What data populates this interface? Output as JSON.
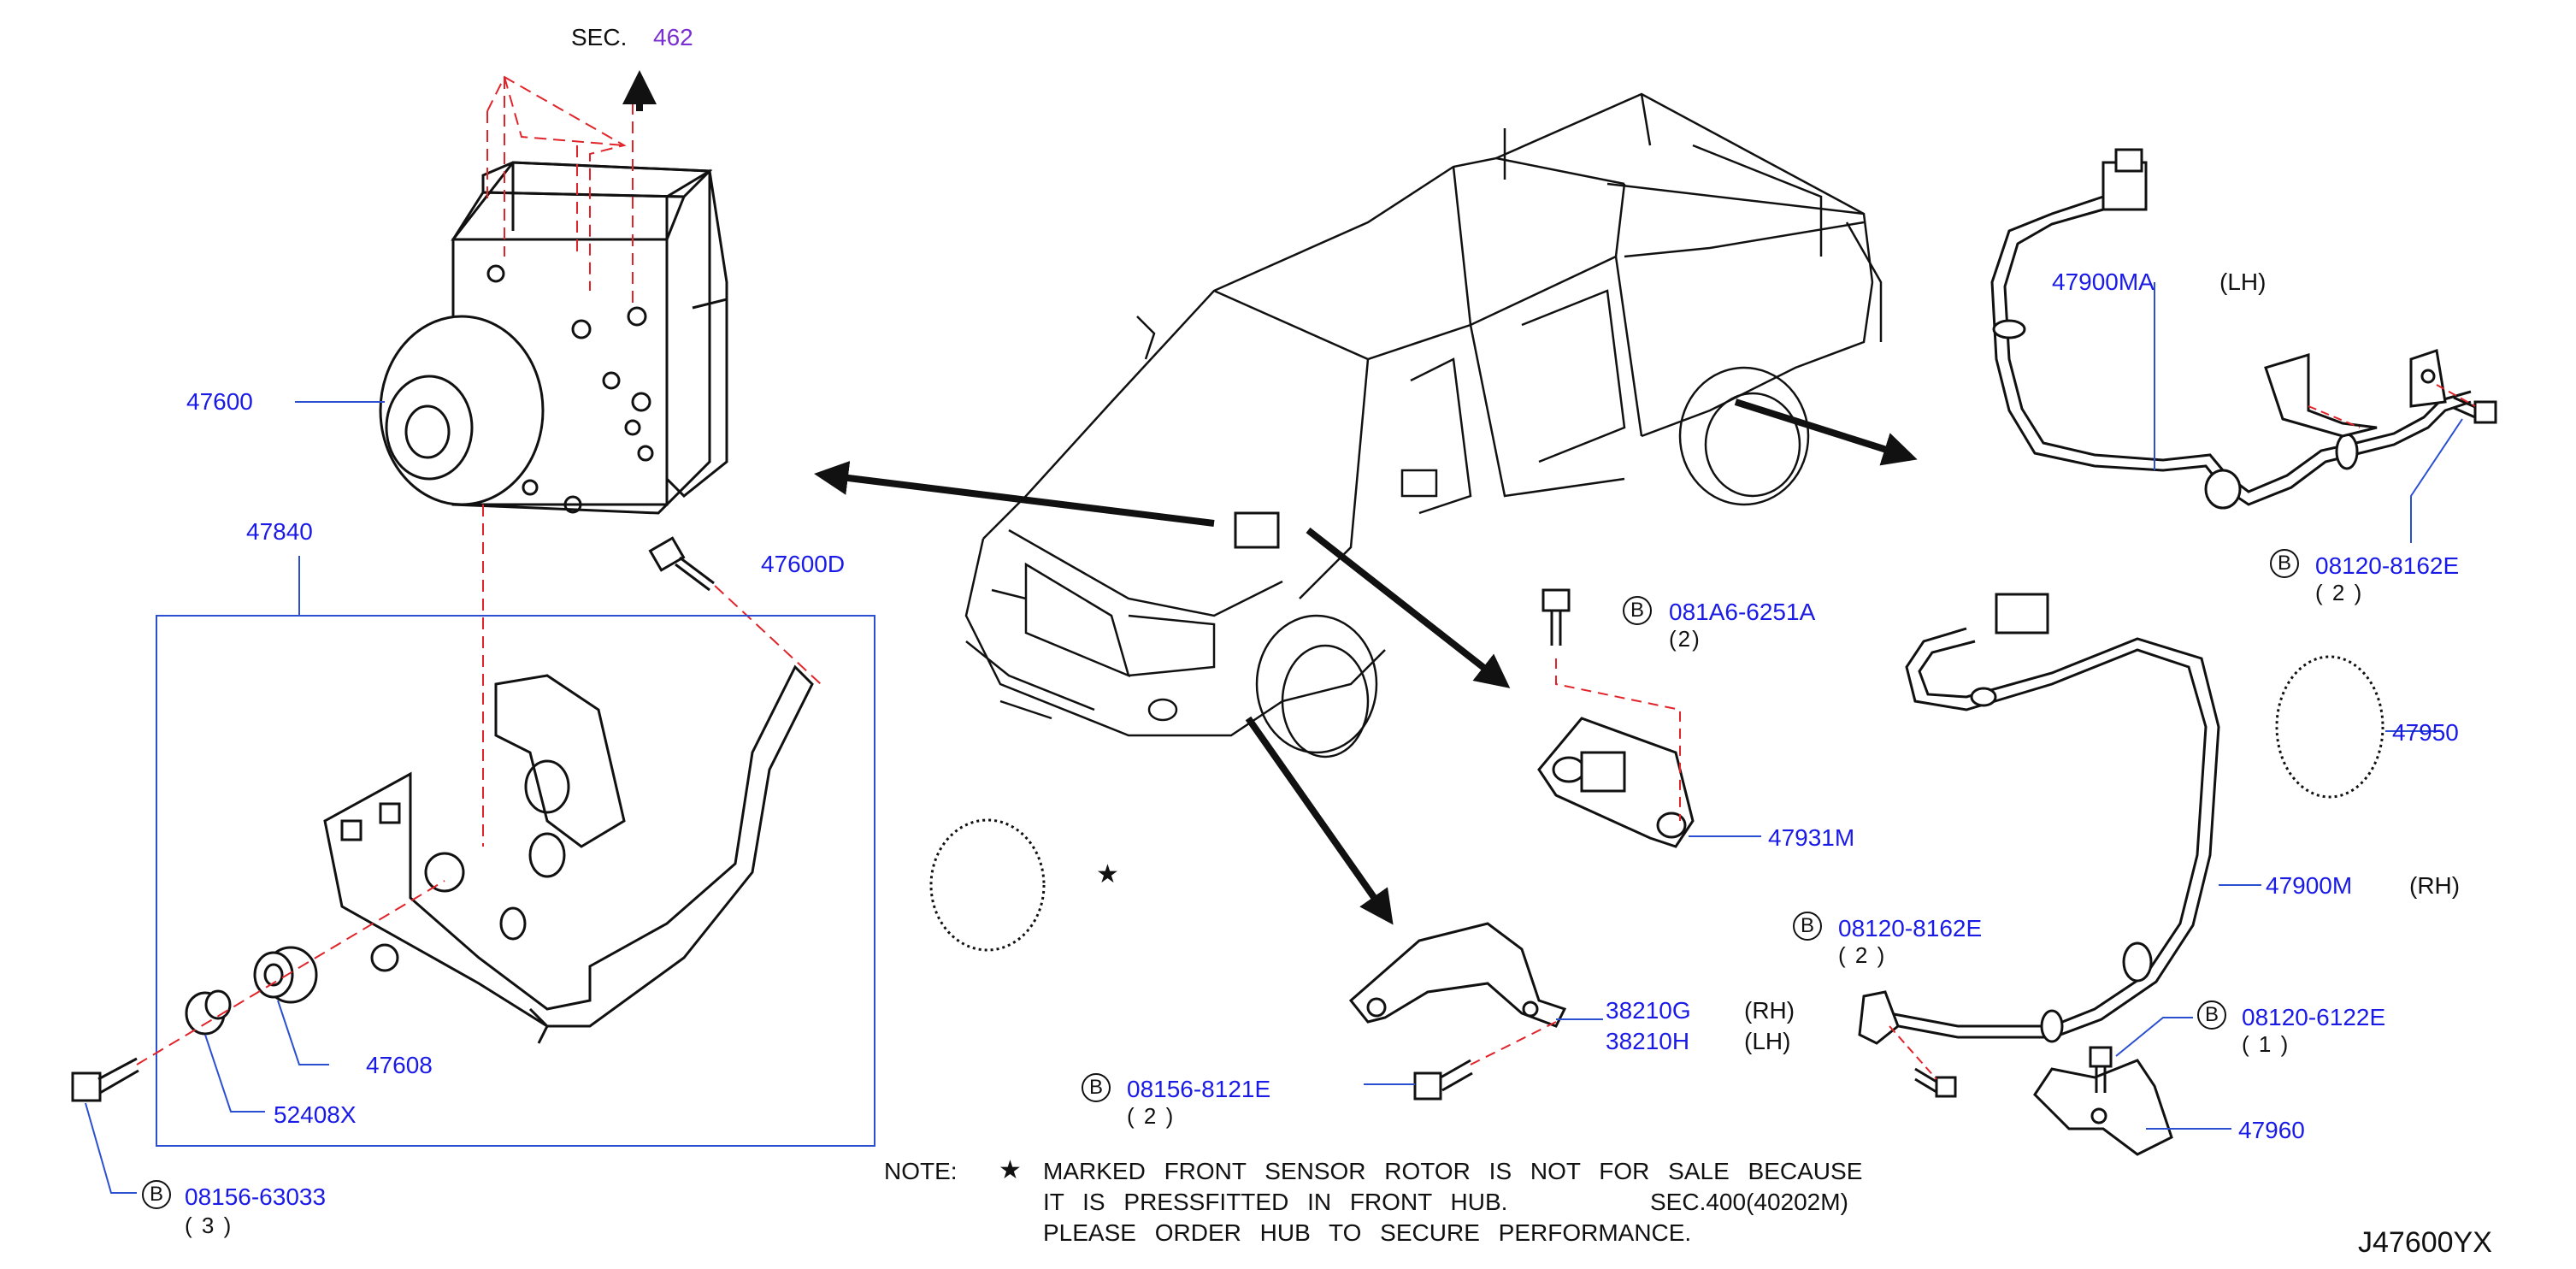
{
  "labels": {
    "sec": "SEC.",
    "sec_num": "462",
    "p47600": "47600",
    "p47840": "47840",
    "p47600D": "47600D",
    "p47608": "47608",
    "p52408X": "52408X",
    "p08156_63033": "08156-63033",
    "q08156_63033": "( 3 )",
    "p08156_8121E": "08156-8121E",
    "q08156_8121E": "( 2 )",
    "p38210G": "38210G",
    "s38210G": "(RH)",
    "p38210H": "38210H",
    "s38210H": "(LH)",
    "p081A6_6251A": "081A6-6251A",
    "q081A6_6251A": "(2)",
    "p47931M": "47931M",
    "p47900MA": "47900MA",
    "s47900MA": "(LH)",
    "p08120_8162E_top": "08120-8162E",
    "q08120_8162E_top": "( 2 )",
    "p47950": "47950",
    "p47900M": "47900M",
    "s47900M": "(RH)",
    "p08120_8162E_bot": "08120-8162E",
    "q08120_8162E_bot": "( 2 )",
    "p08120_6122E": "08120-6122E",
    "q08120_6122E": "( 1 )",
    "p47960": "47960",
    "star": "★",
    "b": "B"
  },
  "note": {
    "label": "NOTE:",
    "star": "★",
    "line1": "MARKED FRONT SENSOR ROTOR IS NOT FOR SALE BECAUSE",
    "line2a": "IT IS PRESSFITTED IN FRONT HUB.",
    "line2b": "SEC.400(40202M)",
    "line3": "PLEASE ORDER HUB TO SECURE PERFORMANCE."
  },
  "diagram_code": "J47600YX",
  "colors": {
    "callout": "#1a1ae6",
    "leader": "#2a4fd0",
    "dash": "#e0242a",
    "ink": "#111111",
    "sec_num": "#7a2fd0"
  }
}
